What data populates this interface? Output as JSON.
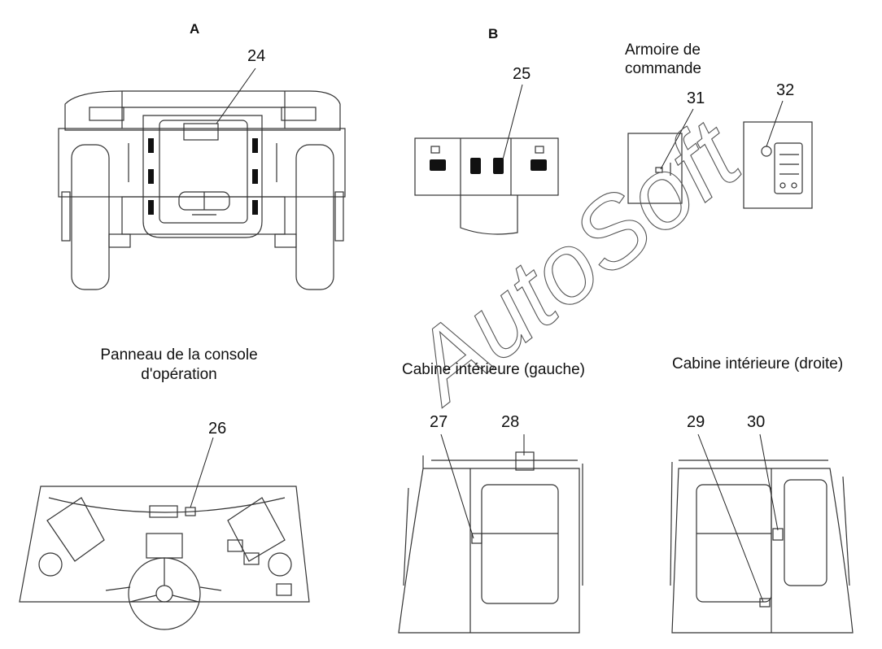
{
  "section_labels": {
    "a": "A",
    "b": "B",
    "control_cabinet": "Armoire de commande",
    "operation_console": [
      "Panneau de la console",
      "d'opération"
    ],
    "cabin_left": "Cabine intérieure (gauche)",
    "cabin_right": "Cabine intérieure (droite)"
  },
  "callouts": [
    "24",
    "25",
    "26",
    "27",
    "28",
    "29",
    "30",
    "31",
    "32"
  ],
  "watermark": "AutoSoft",
  "colors": {
    "line": "#333333",
    "fill_dark": "#111111",
    "watermark_stroke": "#555555"
  }
}
